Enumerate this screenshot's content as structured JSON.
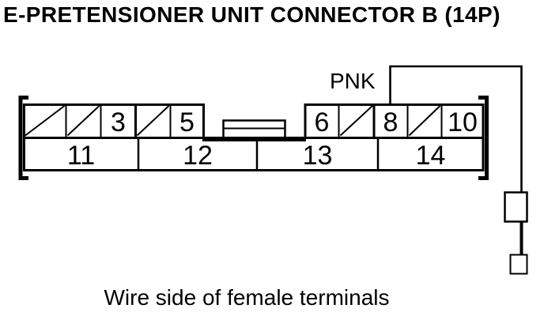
{
  "title": "E-PRETENSIONER UNIT CONNECTOR B (14P)",
  "caption": "Wire side of female terminals",
  "wire": {
    "color_label": "PNK"
  },
  "connector": {
    "rows": {
      "top": [
        {
          "label": "",
          "slashed": true
        },
        {
          "label": "",
          "slashed": true
        },
        {
          "label": "3",
          "slashed": false
        },
        {
          "label": "",
          "slashed": true
        },
        {
          "label": "5",
          "slashed": false
        },
        {
          "label": "6",
          "slashed": false
        },
        {
          "label": "",
          "slashed": true
        },
        {
          "label": "8",
          "slashed": false
        },
        {
          "label": "",
          "slashed": true
        },
        {
          "label": "10",
          "slashed": false
        }
      ],
      "bottom": [
        {
          "label": "11"
        },
        {
          "label": "12"
        },
        {
          "label": "13"
        },
        {
          "label": "14"
        }
      ]
    }
  },
  "colors": {
    "line": "#000000",
    "background": "#ffffff"
  }
}
